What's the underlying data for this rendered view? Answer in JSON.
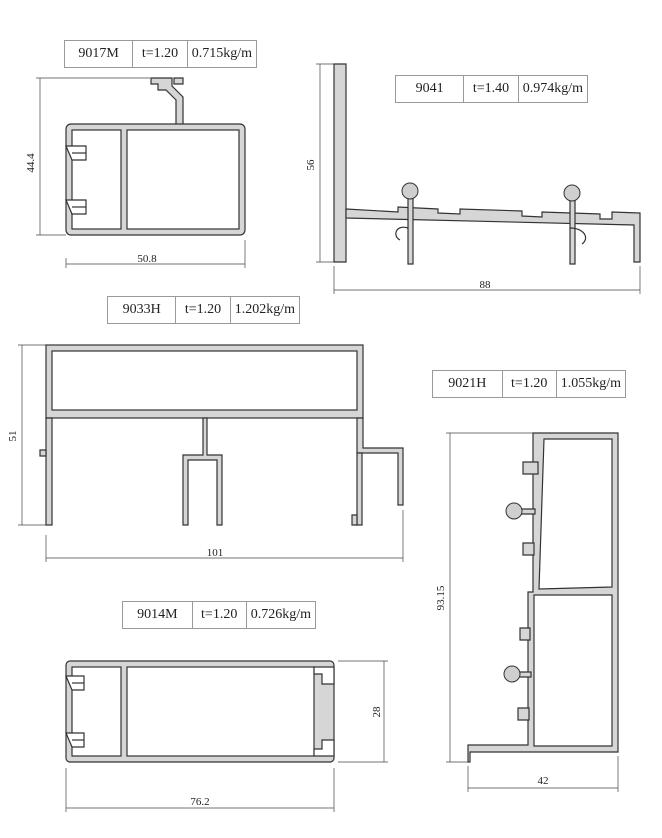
{
  "profiles": [
    {
      "code": "9017M",
      "thickness": "t=1.20",
      "weight": "0.715kg/m",
      "dim_w": "50.8",
      "dim_h": "44.4"
    },
    {
      "code": "9041",
      "thickness": "t=1.40",
      "weight": "0.974kg/m",
      "dim_w": "88",
      "dim_h": "56"
    },
    {
      "code": "9033H",
      "thickness": "t=1.20",
      "weight": "1.202kg/m",
      "dim_w": "101",
      "dim_h": "51"
    },
    {
      "code": "9021H",
      "thickness": "t=1.20",
      "weight": "1.055kg/m",
      "dim_w": "42",
      "dim_h": "93.15"
    },
    {
      "code": "9014M",
      "thickness": "t=1.20",
      "weight": "0.726kg/m",
      "dim_w": "76.2",
      "dim_h": "28"
    }
  ],
  "colors": {
    "profile_fill": "#d6d6d6",
    "outline": "#333333",
    "background": "#ffffff"
  }
}
